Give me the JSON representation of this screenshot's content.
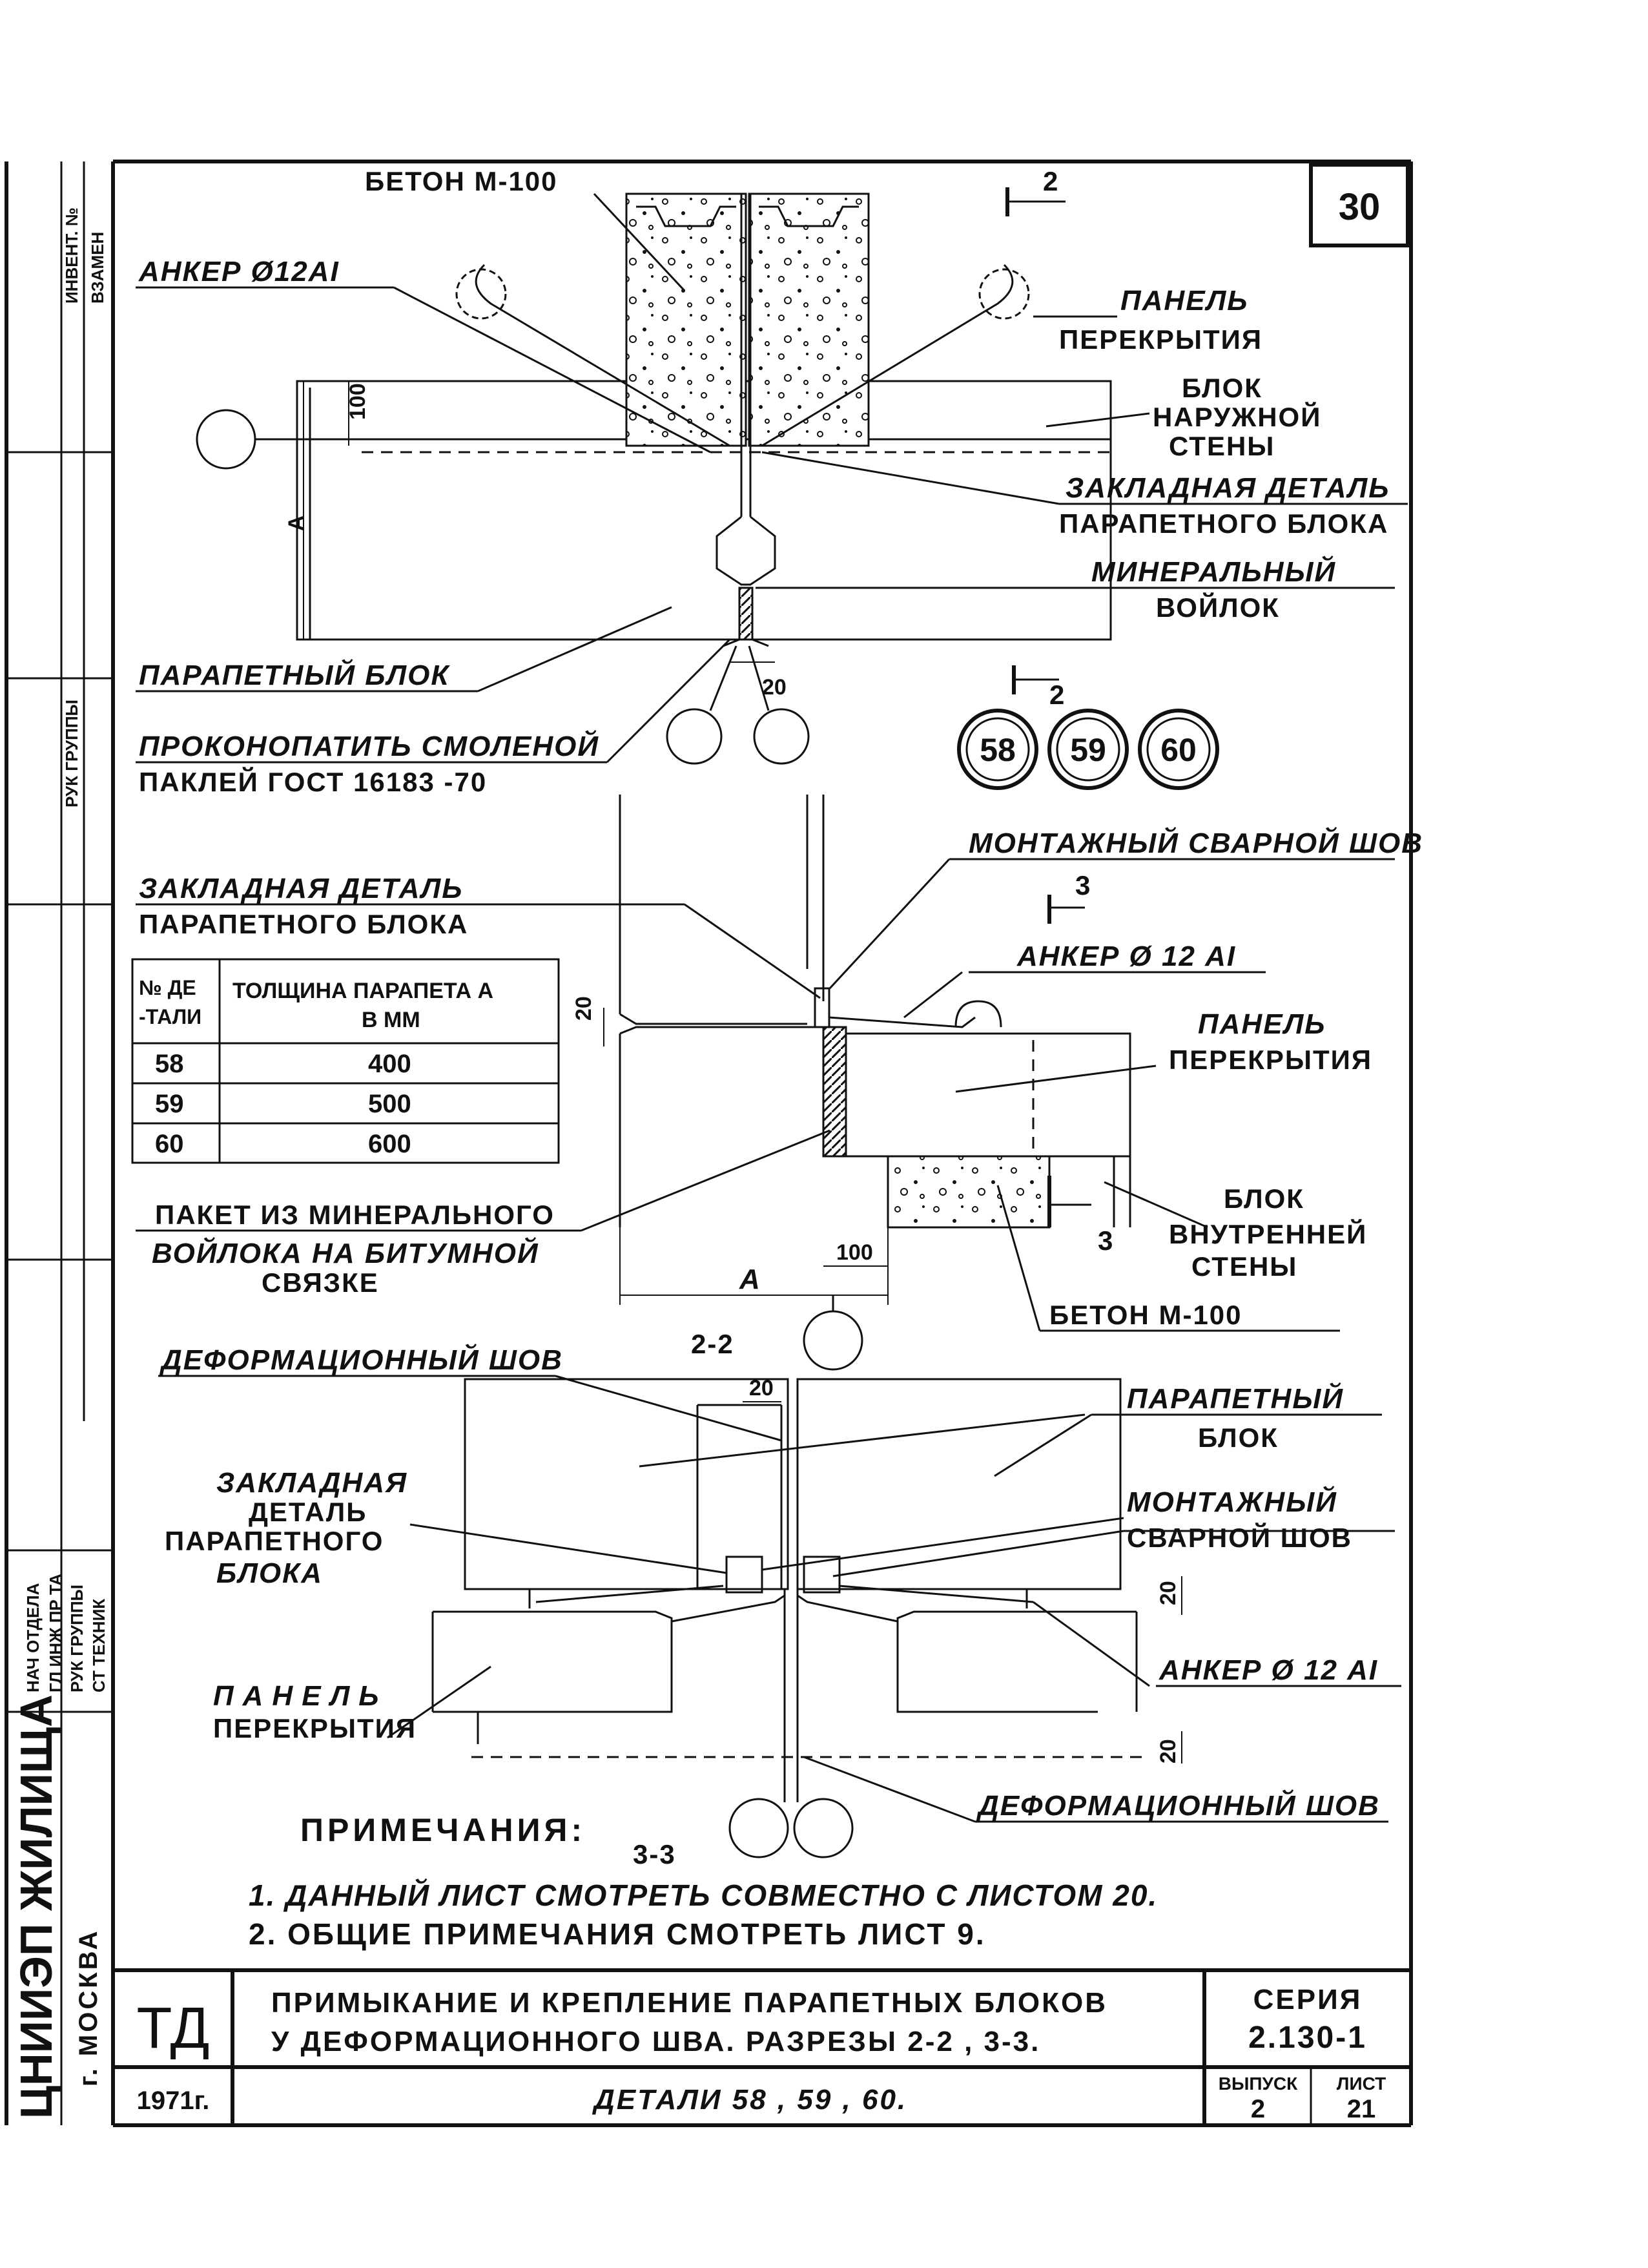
{
  "sheet_number": "30",
  "detail_1": {
    "labels": {
      "beton": "БЕТОН М-100",
      "anker": "АНКЕР Ø12АI",
      "panel_1": "ПАНЕЛЬ",
      "panel_2": "ПЕРЕКРЫТИЯ",
      "blok_1": "БЛОК",
      "blok_2": "НАРУЖНОЙ",
      "blok_3": "СТЕНЫ",
      "zakl_1": "ЗАКЛАДНАЯ ДЕТАЛЬ",
      "zakl_2": "ПАРАПЕТНОГО БЛОКА",
      "mineral_1": "МИНЕРАЛЬНЫЙ",
      "mineral_2": "ВОЙЛОК",
      "parapet": "ПАРАПЕТНЫЙ БЛОК",
      "prokon_1": "ПРОКОНОПАТИТЬ СМОЛЕНОЙ",
      "prokon_2": "ПАКЛЕЙ ГОСТ 16183 -70"
    },
    "dims": {
      "d100": "100",
      "dA": "А",
      "d20": "20"
    },
    "section_mark": "2",
    "detail_numbers": [
      "58",
      "59",
      "60"
    ]
  },
  "detail_2": {
    "labels": {
      "svar": "МОНТАЖНЫЙ СВАРНОЙ ШОВ",
      "zakl_1": "ЗАКЛАДНАЯ ДЕТАЛЬ",
      "zakl_2": "ПАРАПЕТНОГО БЛОКА",
      "anker": "АНКЕР Ø 12 АI",
      "panel_1": "ПАНЕЛЬ",
      "panel_2": "ПЕРЕКРЫТИЯ",
      "paket_1": "ПАКЕТ ИЗ МИНЕРАЛЬНОГО",
      "paket_2": "ВОЙЛОКА НА БИТУМНОЙ",
      "paket_3": "СВЯЗКЕ",
      "blok_1": "БЛОК",
      "blok_2": "ВНУТРЕННЕЙ",
      "blok_3": "СТЕНЫ",
      "beton": "БЕТОН М-100",
      "section_title": "2-2"
    },
    "dims": {
      "d20": "20",
      "d100": "100",
      "dA": "А"
    },
    "section_mark": "3",
    "table": {
      "col1_line1": "№ ДЕ",
      "col1_line2": "-ТАЛИ",
      "col2_line1": "ТОЛЩИНА ПАРАПЕТА А",
      "col2_line2": "В ММ",
      "rows": [
        {
          "detail": "58",
          "thickness": "400"
        },
        {
          "detail": "59",
          "thickness": "500"
        },
        {
          "detail": "60",
          "thickness": "600"
        }
      ]
    }
  },
  "detail_3": {
    "labels": {
      "deform_top": "ДЕФОРМАЦИОННЫЙ ШОВ",
      "parapet_1": "ПАРАПЕТНЫЙ",
      "parapet_2": "БЛОК",
      "zakl_1": "ЗАКЛАДНАЯ",
      "zakl_2": "ДЕТАЛЬ",
      "zakl_3": "ПАРАПЕТНОГО",
      "zakl_4": "БЛОКА",
      "svar_1": "МОНТАЖНЫЙ",
      "svar_2": "СВАРНОЙ ШОВ",
      "anker": "АНКЕР Ø 12 АI",
      "panel_1": "ПАНЕЛЬ",
      "panel_2": "ПЕРЕКРЫТИЯ",
      "deform_bottom": "ДЕФОРМАЦИОННЫЙ ШОВ",
      "section_title": "3-3"
    },
    "dims": {
      "d20a": "20",
      "d20b": "20",
      "d20c": "20"
    }
  },
  "notes": {
    "heading": "ПРИМЕЧАНИЯ:",
    "items": [
      "1. ДАННЫЙ ЛИСТ СМОТРЕТЬ СОВМЕСТНО С ЛИСТОМ 20.",
      "2. ОБЩИЕ ПРИМЕЧАНИЯ СМОТРЕТЬ ЛИСТ 9."
    ]
  },
  "title_block": {
    "code": "ТД",
    "year": "1971г.",
    "title_line1": "ПРИМЫКАНИЕ И КРЕПЛЕНИЕ ПАРАПЕТНЫХ БЛОКОВ",
    "title_line2": "У ДЕФОРМАЦИОННОГО ШВА. РАЗРЕЗЫ 2-2 , 3-3.",
    "title_line3": "ДЕТАЛИ 58 , 59 , 60.",
    "series_label": "СЕРИЯ",
    "series_value": "2.130-1",
    "issue_label": "ВЫПУСК",
    "issue_value": "2",
    "list_label": "ЛИСТ",
    "list_value": "21"
  },
  "side_stamp": {
    "org": "ЦНИИЭП ЖИЛИЩА",
    "city": "г. МОСКВА",
    "inv": "ИНВЕНТ. №",
    "vzamen": "ВЗАМЕН",
    "ruk_gruppy": "РУК ГРУППЫ",
    "nach_otdela": "НАЧ ОТДЕЛА",
    "gl_inzh": "ГЛ ИНЖ ПР ТА",
    "ruk_gr": "РУК ГРУППЫ",
    "st_tehnik": "СТ ТЕХНИК"
  }
}
